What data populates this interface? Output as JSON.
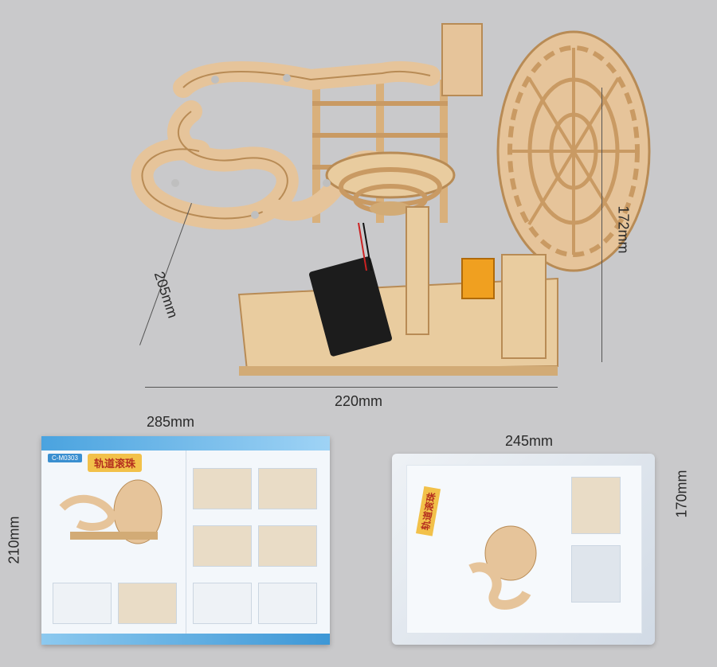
{
  "dimensions": {
    "depth": "205mm",
    "width": "220mm",
    "height": "172mm",
    "booklet_width": "285mm",
    "booklet_height": "210mm",
    "package_width": "245mm",
    "package_height": "170mm"
  },
  "booklet": {
    "badge": "C-M0303",
    "title": "轨道滚珠"
  },
  "package": {
    "title": "轨道滚珠"
  },
  "colors": {
    "background": "#c9c9cb",
    "wood": "#e6c49a",
    "wood_dark": "#c99a63",
    "battery": "#1c1c1c",
    "motor": "#f0a020",
    "accent_blue": "#3d97d6"
  }
}
